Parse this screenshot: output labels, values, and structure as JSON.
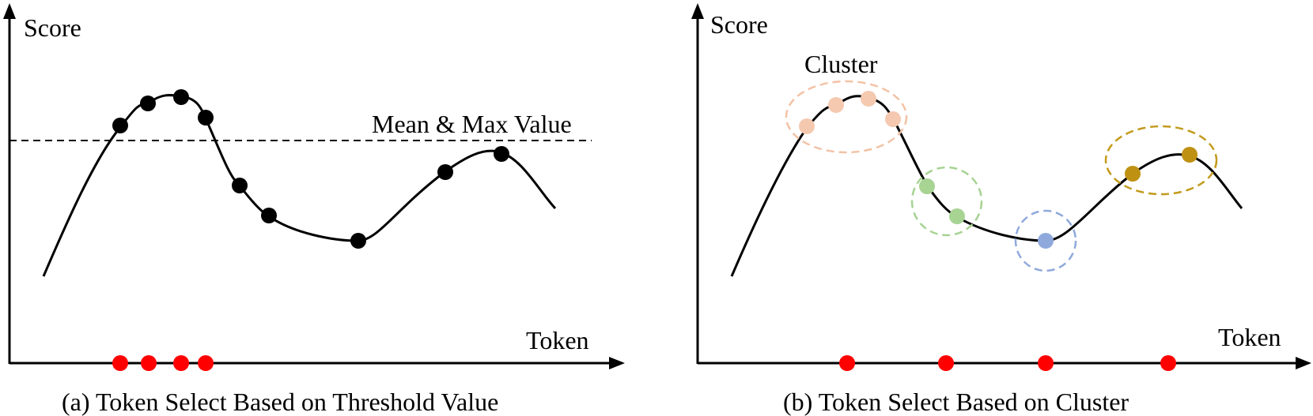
{
  "panel_a": {
    "y_axis_label": "Score",
    "x_axis_label": "Token",
    "threshold_label": "Mean & Max Value",
    "caption": "(a) Token Select Based on Threshold Value"
  },
  "panel_b": {
    "y_axis_label": "Score",
    "x_axis_label": "Token",
    "cluster_label": "Cluster",
    "caption": "(b) Token Select Based on Cluster"
  },
  "colors": {
    "curve": "#000000",
    "point_a": "#000000",
    "selected_token": "#ff0000",
    "cluster_peak": "#f5c9b0",
    "cluster_peak_ring": "#f3c2a6",
    "cluster_descent": "#a7d393",
    "cluster_descent_ring": "#a7d393",
    "cluster_valley": "#8fa9dc",
    "cluster_valley_ring": "#8fa9dc",
    "cluster_right": "#bf9113",
    "cluster_right_ring": "#c29a1c"
  }
}
